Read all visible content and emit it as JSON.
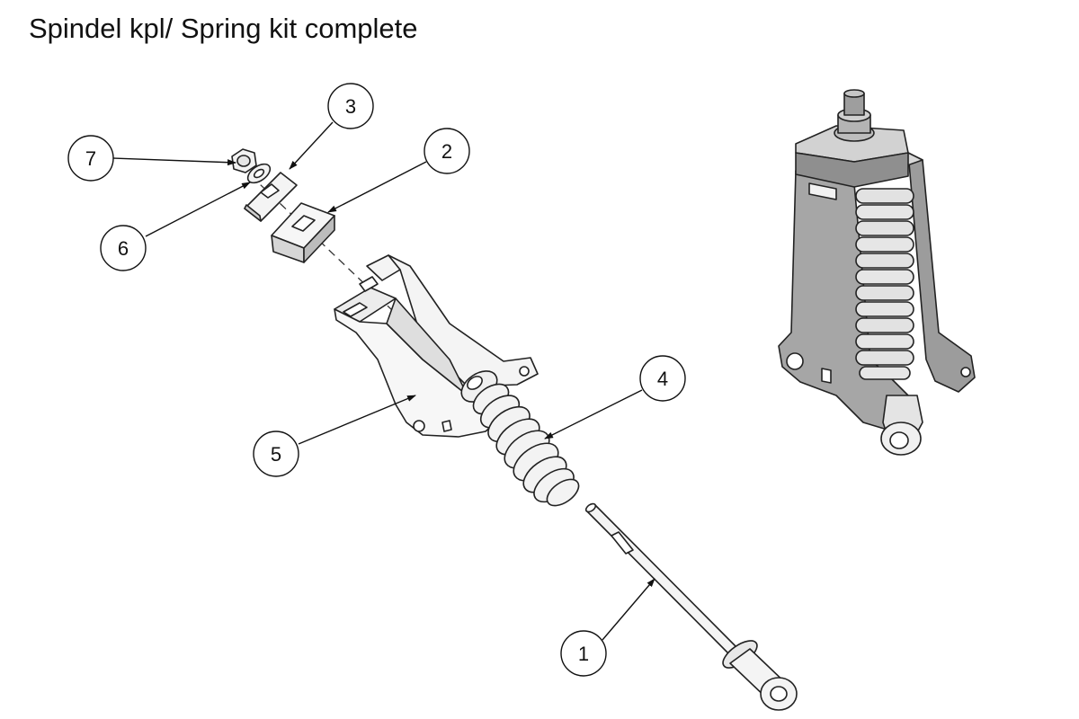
{
  "title": "Spindel kpl/ Spring kit complete",
  "callouts": [
    {
      "id": "callout-1",
      "label": "1"
    },
    {
      "id": "callout-2",
      "label": "2"
    },
    {
      "id": "callout-3",
      "label": "3"
    },
    {
      "id": "callout-4",
      "label": "4"
    },
    {
      "id": "callout-5",
      "label": "5"
    },
    {
      "id": "callout-6",
      "label": "6"
    },
    {
      "id": "callout-7",
      "label": "7"
    }
  ],
  "colors": {
    "line": "#222222",
    "part_fill": "#f2f2f2",
    "assembly_light": "#d8d8d8",
    "assembly_mid": "#a9a9a9",
    "assembly_dark": "#6f6f6f"
  }
}
